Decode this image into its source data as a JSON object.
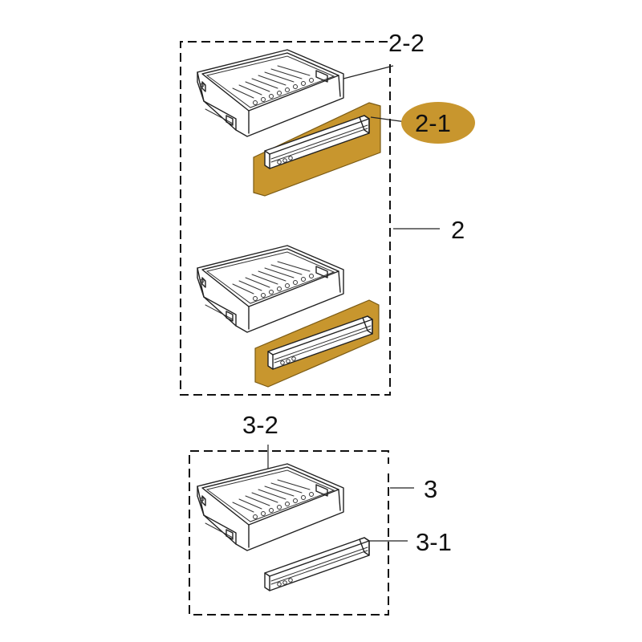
{
  "labels": {
    "assembly_2": "2",
    "part_2_2": "2-2",
    "part_2_1": "2-1",
    "assembly_3": "3",
    "part_3_2": "3-2",
    "part_3_1": "3-1"
  },
  "colors": {
    "highlight": "#C8962E",
    "line": "#222222",
    "background": "#FFFFFF"
  }
}
